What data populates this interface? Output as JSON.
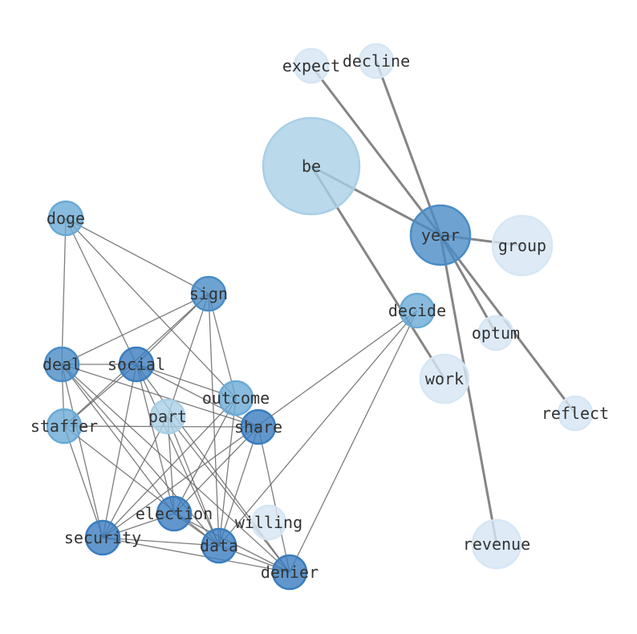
{
  "graph": {
    "nodes": [
      {
        "id": "be",
        "label": "be",
        "tone": "light"
      },
      {
        "id": "year",
        "label": "year",
        "tone": "dark"
      },
      {
        "id": "group",
        "label": "group",
        "tone": "pale"
      },
      {
        "id": "expect",
        "label": "expect",
        "tone": "pale"
      },
      {
        "id": "decline",
        "label": "decline",
        "tone": "pale"
      },
      {
        "id": "decide",
        "label": "decide",
        "tone": "mid"
      },
      {
        "id": "optum",
        "label": "optum",
        "tone": "pale"
      },
      {
        "id": "work",
        "label": "work",
        "tone": "pale"
      },
      {
        "id": "reflect",
        "label": "reflect",
        "tone": "pale"
      },
      {
        "id": "revenue",
        "label": "revenue",
        "tone": "pale"
      },
      {
        "id": "doge",
        "label": "doge",
        "tone": "mid"
      },
      {
        "id": "sign",
        "label": "sign",
        "tone": "dark"
      },
      {
        "id": "deal",
        "label": "deal",
        "tone": "dark"
      },
      {
        "id": "social",
        "label": "social",
        "tone": "darker"
      },
      {
        "id": "outcome",
        "label": "outcome",
        "tone": "mid"
      },
      {
        "id": "part",
        "label": "part",
        "tone": "light"
      },
      {
        "id": "share",
        "label": "share",
        "tone": "darker"
      },
      {
        "id": "staffer",
        "label": "staffer",
        "tone": "mid"
      },
      {
        "id": "election",
        "label": "election",
        "tone": "darker"
      },
      {
        "id": "security",
        "label": "security",
        "tone": "darker"
      },
      {
        "id": "data",
        "label": "data",
        "tone": "darker"
      },
      {
        "id": "willing",
        "label": "willing",
        "tone": "pale"
      },
      {
        "id": "denier",
        "label": "denier",
        "tone": "darker"
      }
    ],
    "strong_edges": [
      [
        "be",
        "year"
      ],
      [
        "be",
        "work"
      ],
      [
        "expect",
        "year"
      ],
      [
        "decline",
        "year"
      ],
      [
        "year",
        "group"
      ],
      [
        "year",
        "optum"
      ],
      [
        "year",
        "reflect"
      ],
      [
        "year",
        "revenue"
      ]
    ],
    "weak_edges": [
      [
        "doge",
        "deal"
      ],
      [
        "doge",
        "sign"
      ],
      [
        "doge",
        "social"
      ],
      [
        "doge",
        "outcome"
      ],
      [
        "sign",
        "deal"
      ],
      [
        "sign",
        "social"
      ],
      [
        "sign",
        "staffer"
      ],
      [
        "sign",
        "part"
      ],
      [
        "sign",
        "outcome"
      ],
      [
        "sign",
        "data"
      ],
      [
        "deal",
        "social"
      ],
      [
        "deal",
        "staffer"
      ],
      [
        "deal",
        "share"
      ],
      [
        "deal",
        "election"
      ],
      [
        "deal",
        "data"
      ],
      [
        "deal",
        "security"
      ],
      [
        "deal",
        "denier"
      ],
      [
        "social",
        "outcome"
      ],
      [
        "social",
        "share"
      ],
      [
        "social",
        "staffer"
      ],
      [
        "social",
        "security"
      ],
      [
        "social",
        "election"
      ],
      [
        "social",
        "data"
      ],
      [
        "social",
        "denier"
      ],
      [
        "staffer",
        "share"
      ],
      [
        "staffer",
        "security"
      ],
      [
        "staffer",
        "data"
      ],
      [
        "part",
        "security"
      ],
      [
        "part",
        "election"
      ],
      [
        "part",
        "data"
      ],
      [
        "part",
        "denier"
      ],
      [
        "outcome",
        "security"
      ],
      [
        "outcome",
        "election"
      ],
      [
        "outcome",
        "data"
      ],
      [
        "share",
        "election"
      ],
      [
        "share",
        "data"
      ],
      [
        "share",
        "denier"
      ],
      [
        "security",
        "election"
      ],
      [
        "security",
        "data"
      ],
      [
        "security",
        "denier"
      ],
      [
        "election",
        "data"
      ],
      [
        "election",
        "denier"
      ],
      [
        "data",
        "denier"
      ],
      [
        "decide",
        "security"
      ],
      [
        "decide",
        "data"
      ],
      [
        "decide",
        "denier"
      ]
    ],
    "colors": {
      "darker": "#3a7dbf",
      "dark": "#4a8cc6",
      "mid": "#6aaad6",
      "light": "#a9cfe6",
      "pale": "#d6e6f4",
      "edge": "#666666"
    }
  }
}
